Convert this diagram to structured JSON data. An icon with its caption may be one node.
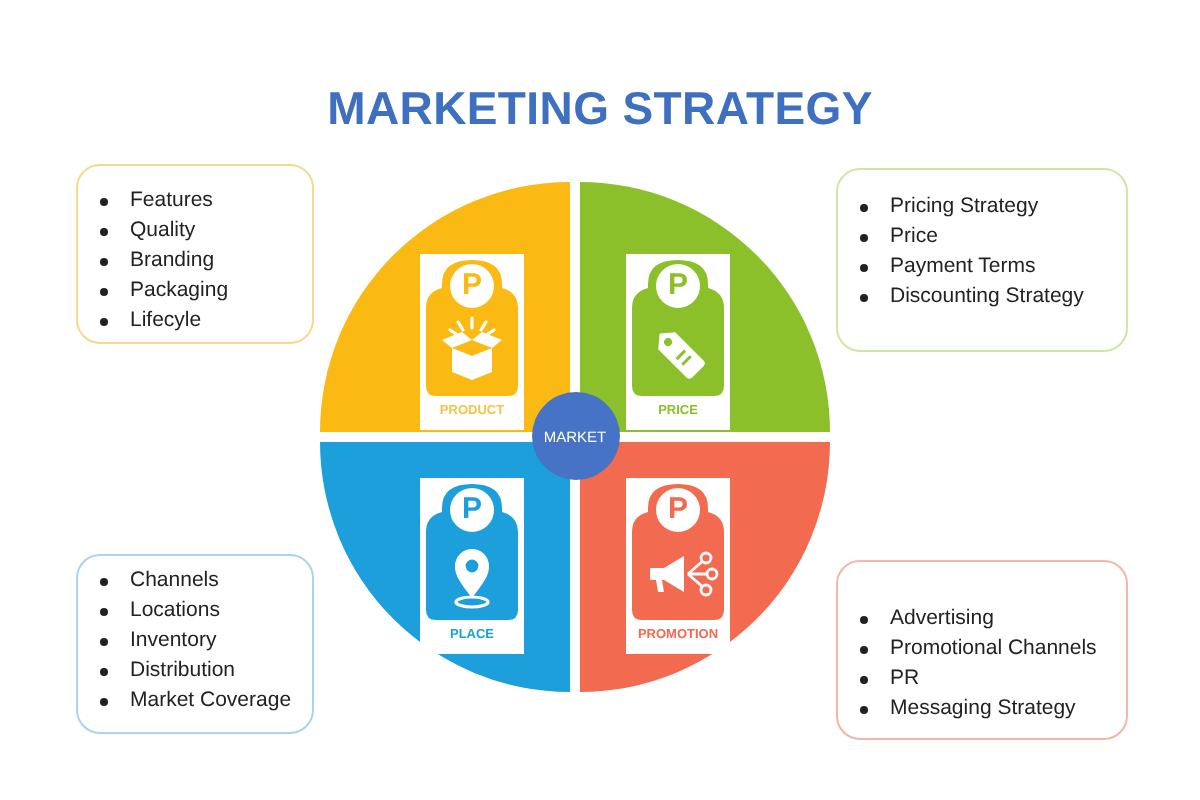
{
  "diagram": {
    "title": "MARKETING STRATEGY",
    "nodes": [
      {
        "text": [
          "Features",
          "Quality",
          "Branding",
          "Packaging",
          "Lifecyle"
        ]
      },
      {
        "text": [
          "Pricing Strategy",
          "Price",
          "Payment Terms",
          "Discounting Strategy"
        ]
      },
      {
        "text": [
          "P",
          "PRODUCT"
        ]
      },
      {
        "text": [
          "P",
          "PRICE"
        ]
      },
      {
        "text": [
          "MARKET"
        ]
      },
      {
        "text": [
          "P",
          "PLACE"
        ]
      },
      {
        "text": [
          "P",
          "PROMOTION"
        ]
      },
      {
        "text": [
          "Channels",
          "Locations",
          "Inventory",
          "Distribution",
          "Market Coverage"
        ]
      },
      {
        "text": [
          "Advertising",
          "Promotional Channels",
          "PR",
          "Messaging Strategy"
        ]
      }
    ]
  }
}
